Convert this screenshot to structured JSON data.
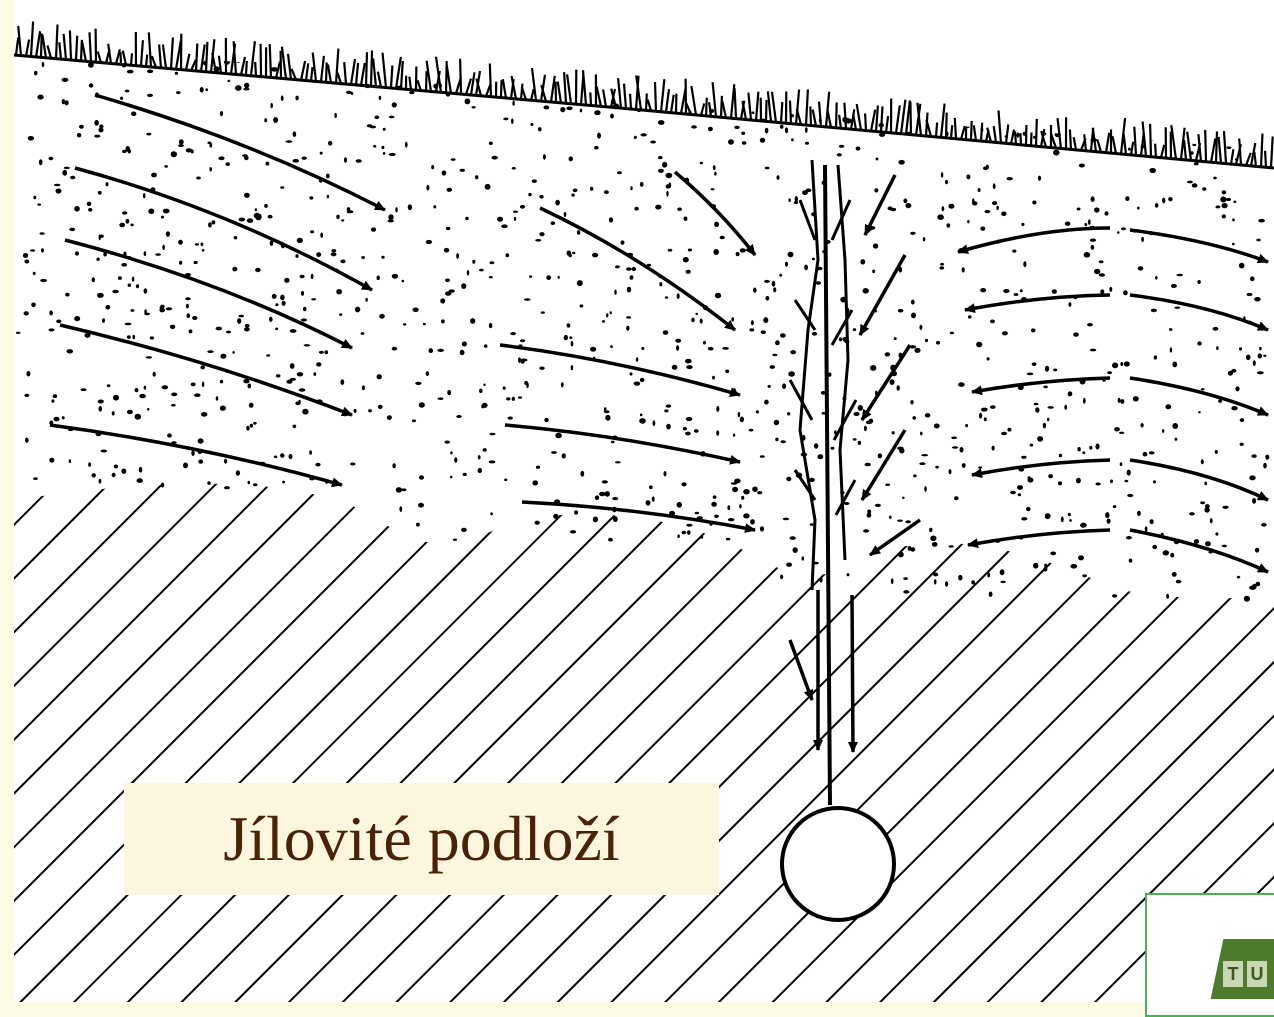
{
  "caption": {
    "label": "Jílovité podloží"
  },
  "logo": {
    "letters": [
      "T",
      "U"
    ]
  }
}
